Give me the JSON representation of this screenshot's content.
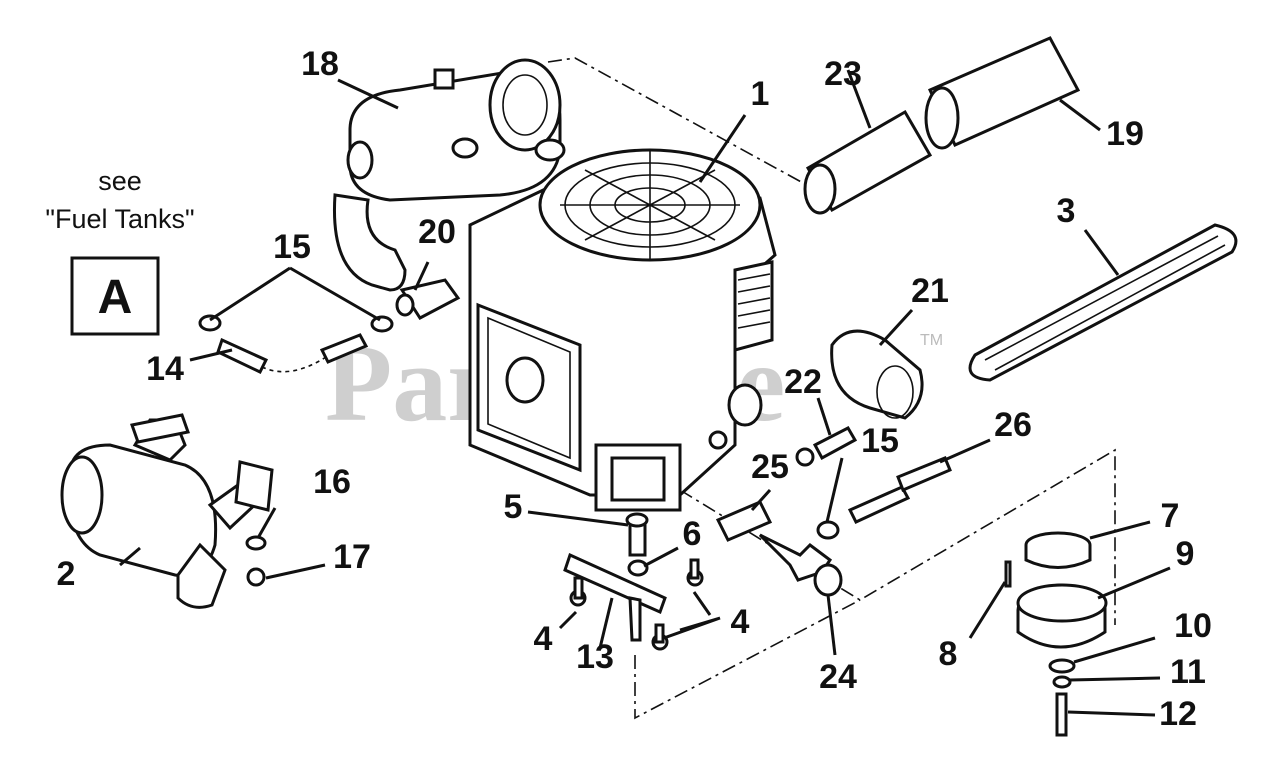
{
  "watermark": {
    "text": "PartsTree",
    "trademark": "TM"
  },
  "reference_box": {
    "label": "A",
    "note_line1": "see",
    "note_line2": "\"Fuel Tanks\""
  },
  "callouts": [
    "1",
    "2",
    "3",
    "4",
    "4",
    "5",
    "6",
    "7",
    "8",
    "9",
    "10",
    "11",
    "12",
    "13",
    "14",
    "15",
    "15",
    "16",
    "17",
    "18",
    "19",
    "20",
    "21",
    "22",
    "23",
    "24",
    "25",
    "26"
  ]
}
